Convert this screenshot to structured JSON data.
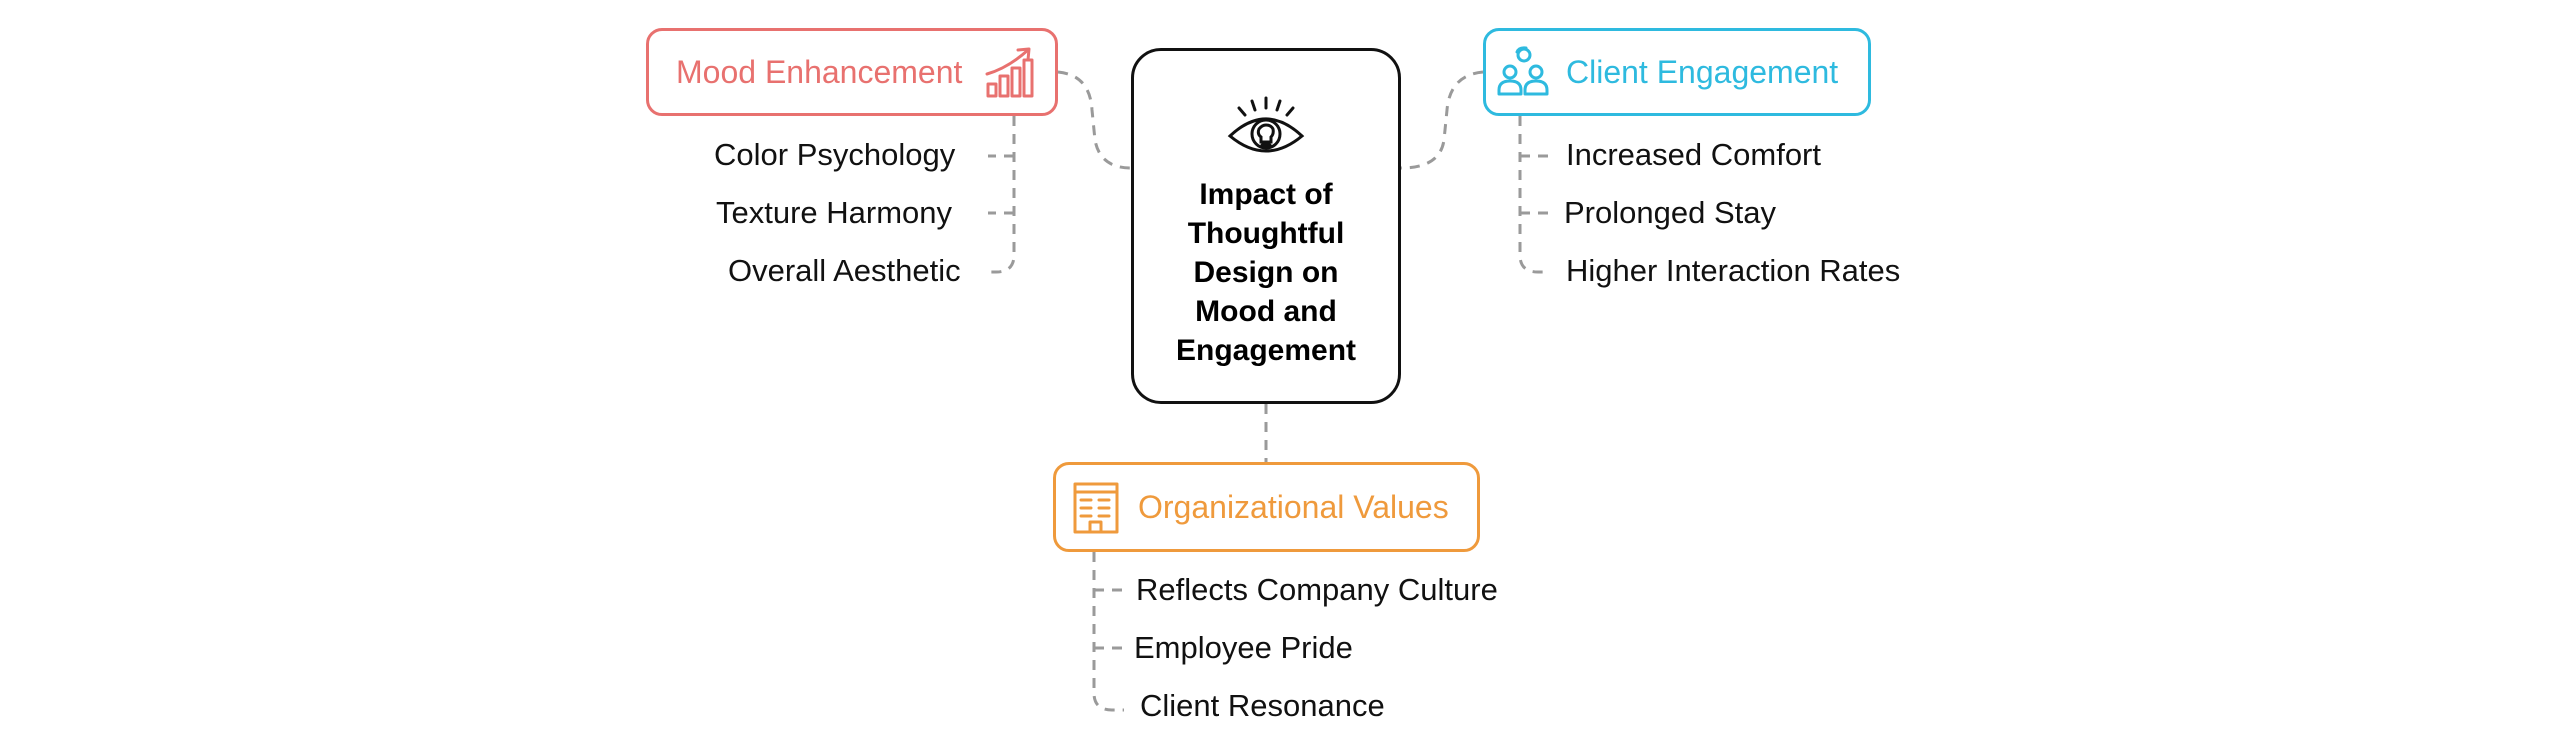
{
  "center": {
    "title_lines": [
      "Impact of",
      "Thoughtful",
      "Design on",
      "Mood and",
      "Engagement"
    ],
    "icon": "eye-bulb-icon"
  },
  "branches": {
    "mood": {
      "title": "Mood Enhancement",
      "icon": "chart-growth-icon",
      "color": "#e8716f",
      "items": [
        "Color Psychology",
        "Texture Harmony",
        "Overall Aesthetic"
      ]
    },
    "client": {
      "title": "Client Engagement",
      "icon": "people-icon",
      "color": "#2ebadf",
      "items": [
        "Increased Comfort",
        "Prolonged Stay",
        "Higher Interaction Rates"
      ]
    },
    "org": {
      "title": "Organizational Values",
      "icon": "building-icon",
      "color": "#ef9a3c",
      "items": [
        "Reflects Company Culture",
        "Employee Pride",
        "Client Resonance"
      ]
    }
  },
  "connector_color": "#9a9a9a"
}
